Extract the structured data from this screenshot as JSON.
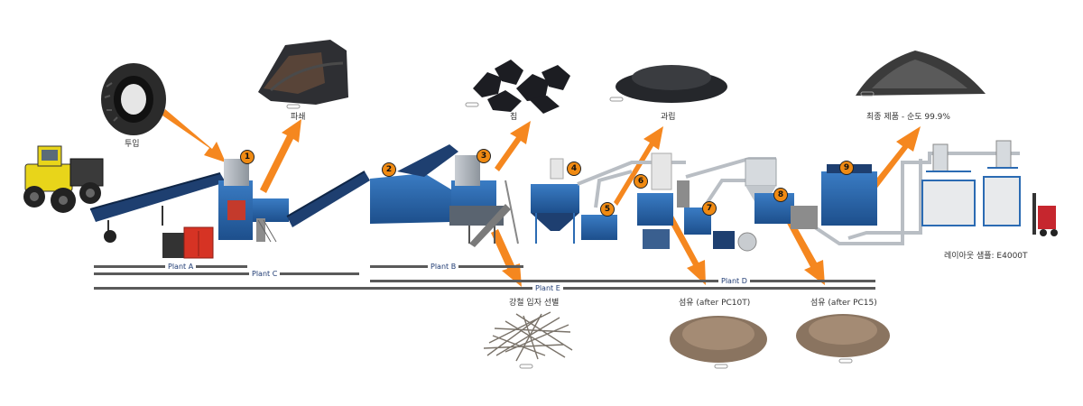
{
  "colors": {
    "machine_blue": "#2b6bb3",
    "arrow_orange": "#f5871f",
    "rail_gray": "#5a5a5a",
    "loader_yellow": "#e8d51a",
    "plant_label": "#1f3b73"
  },
  "products": {
    "input": "투입",
    "shred": "파쇄",
    "chip": "칩",
    "granule": "과립",
    "final": "최종 제품 - 순도 99.9%",
    "steel": "강철 입자 선별",
    "fiber1": "섬유 (after PC10T)",
    "fiber2": "섬유 (after PC15)",
    "sample": "레이아웃 샘플: E4000T"
  },
  "plants": {
    "a": "Plant A",
    "b": "Plant B",
    "c": "Plant C",
    "d": "Plant D",
    "e": "Plant E"
  },
  "steps": [
    "1",
    "2",
    "3",
    "4",
    "5",
    "6",
    "7",
    "8",
    "9"
  ],
  "icons": [
    "wheel-loader-icon",
    "tire-icon",
    "shredded-rubber-icon",
    "rubber-chips-icon",
    "granules-icon",
    "rubber-powder-icon",
    "steel-wire-icon",
    "fiber-icon",
    "forklift-icon"
  ]
}
